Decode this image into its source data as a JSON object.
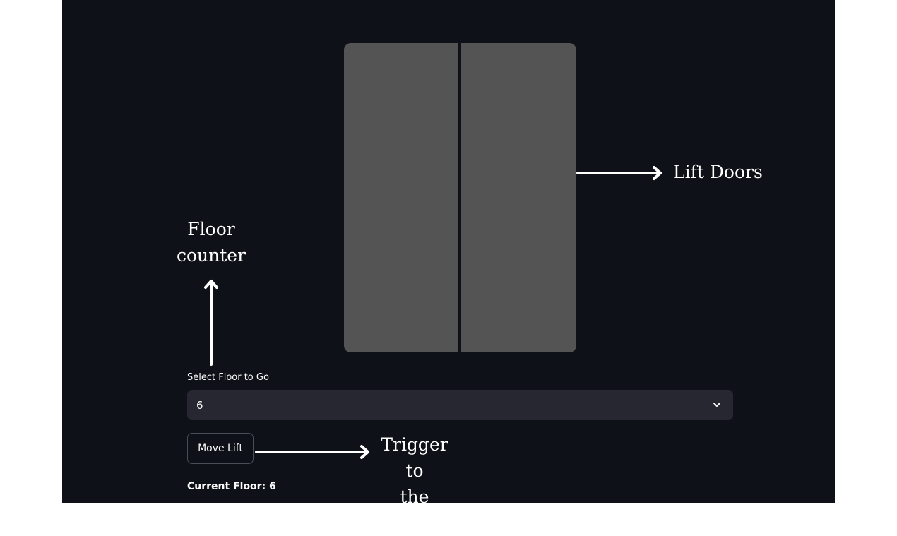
{
  "annotations": {
    "lift_doors": "Lift Doors",
    "floor_counter_line1": "Floor",
    "floor_counter_line2": "counter",
    "trigger_line1": "Trigger to",
    "trigger_line2": "the model"
  },
  "controls": {
    "select_label": "Select Floor to Go",
    "select_value": "6",
    "move_button_label": "Move Lift",
    "current_floor_text": "Current Floor: 6"
  },
  "icons": {
    "dropdown": "chevron-down-icon"
  },
  "colors": {
    "app_background": "#0e1117",
    "door": "#545454",
    "select_background": "#262730",
    "text": "#fafafa",
    "annotation": "#ffffff"
  }
}
